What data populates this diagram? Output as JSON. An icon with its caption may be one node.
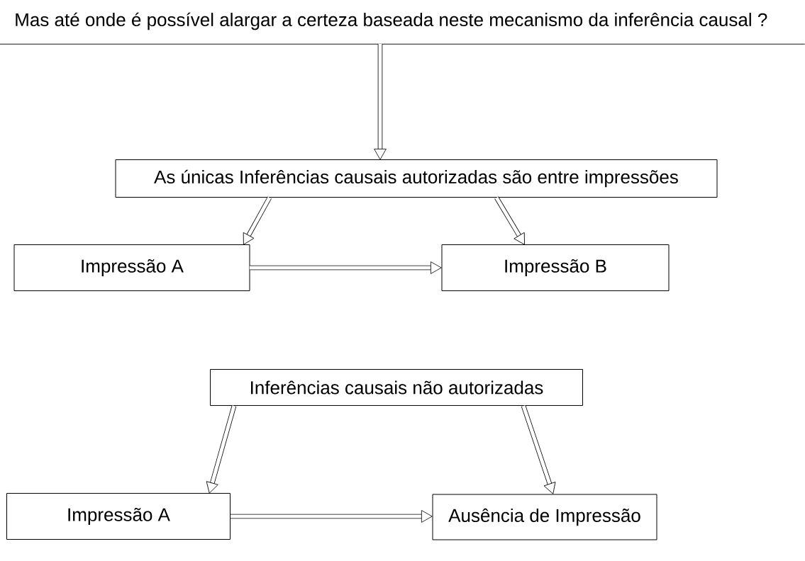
{
  "diagram": {
    "nodes": [
      {
        "text": [
          "Mas até onde é possível alargar a certeza baseada neste mecanismo da inferência causal ?"
        ]
      },
      {
        "text": [
          "As únicas Inferências causais autorizadas são entre impressões"
        ]
      },
      {
        "text": [
          "Impressão A"
        ]
      },
      {
        "text": [
          "Impressão B"
        ]
      },
      {
        "text": [
          "Inferências causais não autorizadas"
        ]
      },
      {
        "text": [
          "Impressão A"
        ]
      },
      {
        "text": [
          "Ausência de Impressão"
        ]
      }
    ],
    "edges": [
      {
        "from": 0,
        "to": 1,
        "arrow": "to"
      },
      {
        "from": 1,
        "to": 2,
        "arrow": "to"
      },
      {
        "from": 1,
        "to": 3,
        "arrow": "to"
      },
      {
        "from": 2,
        "to": 3,
        "arrow": "to"
      },
      {
        "from": 4,
        "to": 5,
        "arrow": "to"
      },
      {
        "from": 4,
        "to": 6,
        "arrow": "to"
      },
      {
        "from": 5,
        "to": 6,
        "arrow": "to"
      }
    ]
  }
}
